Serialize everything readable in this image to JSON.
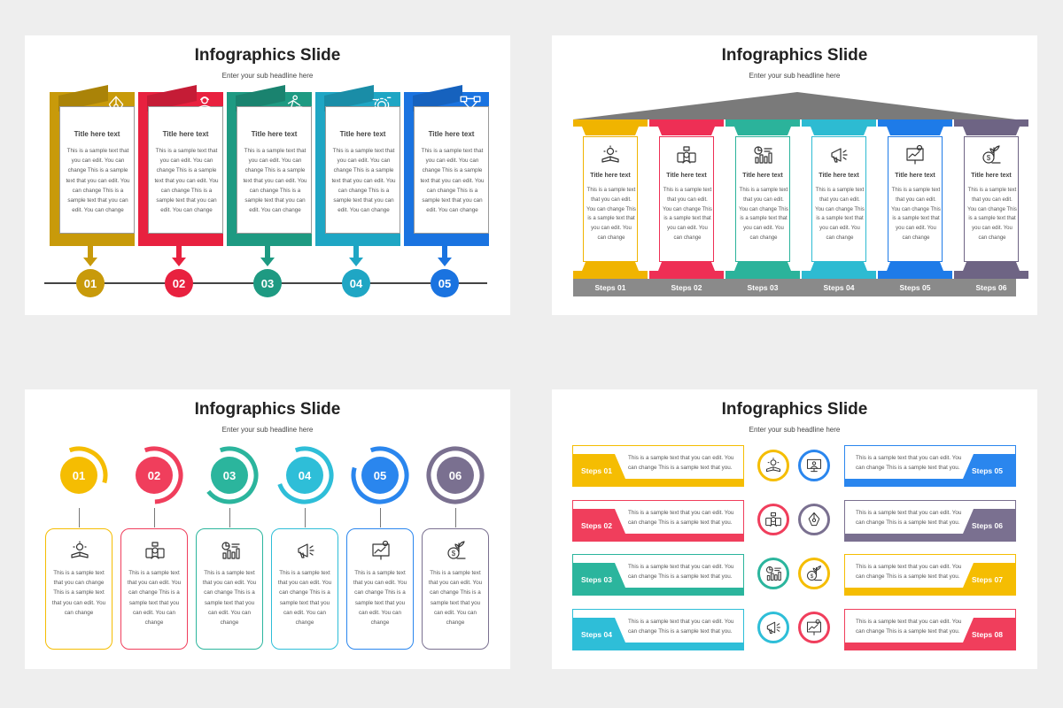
{
  "slide1": {
    "title": "Infographics Slide",
    "subtitle": "Enter your sub headline here",
    "items": [
      {
        "num": "01",
        "heading": "Title here text",
        "body": "This is a sample text that you can edit. You can change This is a sample text that you can edit. You can change This is a sample text that you can edit. You can change",
        "color": "#C89A0A",
        "icon": "pen-tool-icon"
      },
      {
        "num": "02",
        "heading": "Title here text",
        "body": "This is a sample text that you can edit. You can change This is a sample text that you can edit. You can change This is a sample text that you can edit. You can change",
        "color": "#E8213F",
        "icon": "worker-icon"
      },
      {
        "num": "03",
        "heading": "Title here text",
        "body": "This is a sample text that you can edit. You can change This is a sample text that you can edit. You can change This is a sample text that you can edit. You can change",
        "color": "#1E9A82",
        "icon": "runner-icon"
      },
      {
        "num": "04",
        "heading": "Title here text",
        "body": "This is a sample text that you can edit. You can change This is a sample text that you can edit. You can change This is a sample text that you can edit. You can change",
        "color": "#1FA6C4",
        "icon": "gear-settings-icon"
      },
      {
        "num": "05",
        "heading": "Title here text",
        "body": "This is a sample text that you can edit. You can change This is a sample text that you can edit. You can change This is a sample text that you can edit. You can change",
        "color": "#1A73E0",
        "icon": "network-icon"
      }
    ]
  },
  "slide2": {
    "title": "Infographics Slide",
    "subtitle": "Enter your sub headline here",
    "roof_color": "#777777",
    "base_color": "#8a8a8a",
    "items": [
      {
        "heading": "Title here text",
        "body": "This is a sample text that you can edit. You can change This is a sample text that you can edit. You can change",
        "step": "Steps 01",
        "color": "#F0B400",
        "icon": "book-idea-icon"
      },
      {
        "heading": "Title here text",
        "body": "This is a sample text that you can edit. You can change This is a sample text that you can edit. You can change",
        "step": "Steps 02",
        "color": "#EE2F55",
        "icon": "dollar-people-icon"
      },
      {
        "heading": "Title here text",
        "body": "This is a sample text that you can edit. You can change This is a sample text that you can edit. You can change",
        "step": "Steps 03",
        "color": "#2BB39B",
        "icon": "analytics-icon"
      },
      {
        "heading": "Title here text",
        "body": "This is a sample text that you can edit. You can change This is a sample text that you can edit. You can change",
        "step": "Steps 04",
        "color": "#2DBBD2",
        "icon": "megaphone-icon"
      },
      {
        "heading": "Title here text",
        "body": "This is a sample text that you can edit. You can change This is a sample text that you can edit. You can change",
        "step": "Steps 05",
        "color": "#1E7BE8",
        "icon": "chart-board-icon"
      },
      {
        "heading": "Title here text",
        "body": "This is a sample text that you can edit. You can change This is a sample text that you can edit. You can change",
        "step": "Steps 06",
        "color": "#6E6484",
        "icon": "money-plant-icon"
      }
    ]
  },
  "slide3": {
    "title": "Infographics Slide",
    "subtitle": "Enter your sub headline here",
    "items": [
      {
        "num": "01",
        "body": "This is a sample text that you can change This is a sample text that you can edit. You can change",
        "color": "#F5BD02",
        "icon": "book-idea-icon"
      },
      {
        "num": "02",
        "body": "This is a sample text that you can edit. You can change This is a sample text that you can edit. You can change",
        "color": "#F03E5C",
        "icon": "dollar-people-icon"
      },
      {
        "num": "03",
        "body": "This is a sample text that you can edit. You can change This is a sample text that you can edit. You can change",
        "color": "#2BB59D",
        "icon": "analytics-icon"
      },
      {
        "num": "04",
        "body": "This is a sample text that you can edit. You can change This is a sample text that you can edit. You can change",
        "color": "#2EBED8",
        "icon": "megaphone-icon"
      },
      {
        "num": "05",
        "body": "This is a sample text that you can edit. You can change This is a sample text that you can edit. You can change",
        "color": "#2A86EE",
        "icon": "chart-board-icon"
      },
      {
        "num": "06",
        "body": "This is a sample text that you can edit. You can change This is a sample text that you can edit. You can change",
        "color": "#7A7090",
        "icon": "money-plant-icon"
      }
    ]
  },
  "slide4": {
    "title": "Infographics Slide",
    "subtitle": "Enter your sub headline here",
    "left": [
      {
        "step": "Steps 01",
        "body": "This is a sample text that you can edit. You can change This is a sample text that you.",
        "color": "#F5BD02"
      },
      {
        "step": "Steps 02",
        "body": "This is a sample text that you can edit. You can change This is a sample text that you.",
        "color": "#F03E5C"
      },
      {
        "step": "Steps 03",
        "body": "This is a sample text that you can edit. You can change This is a sample text that you.",
        "color": "#2BB59D"
      },
      {
        "step": "Steps 04",
        "body": "This is a sample text that you can edit. You can change This is a sample text that you.",
        "color": "#2EBED8"
      }
    ],
    "right": [
      {
        "step": "Steps 05",
        "body": "This is a sample text that you can edit. You can change This is a sample text that you.",
        "color": "#2A86EE"
      },
      {
        "step": "Steps 06",
        "body": "This is a sample text that you can edit. You can change This is a sample text that you.",
        "color": "#7A7090"
      },
      {
        "step": "Steps 07",
        "body": "This is a sample text that you can edit. You can change This is a sample text that you.",
        "color": "#F5BD02"
      },
      {
        "step": "Steps 08",
        "body": "This is a sample text that you can edit. You can change This is a sample text that you.",
        "color": "#F03E5C"
      }
    ],
    "icons": [
      {
        "icon": "book-idea-icon",
        "color": "#F5BD02"
      },
      {
        "icon": "monitor-user-icon",
        "color": "#2A86EE"
      },
      {
        "icon": "dollar-people-icon",
        "color": "#F03E5C"
      },
      {
        "icon": "pen-tool-icon",
        "color": "#7A7090"
      },
      {
        "icon": "analytics-icon",
        "color": "#2BB59D"
      },
      {
        "icon": "money-plant-icon",
        "color": "#F5BD02"
      },
      {
        "icon": "megaphone-icon",
        "color": "#2EBED8"
      },
      {
        "icon": "chart-board-icon",
        "color": "#F03E5C"
      }
    ]
  }
}
